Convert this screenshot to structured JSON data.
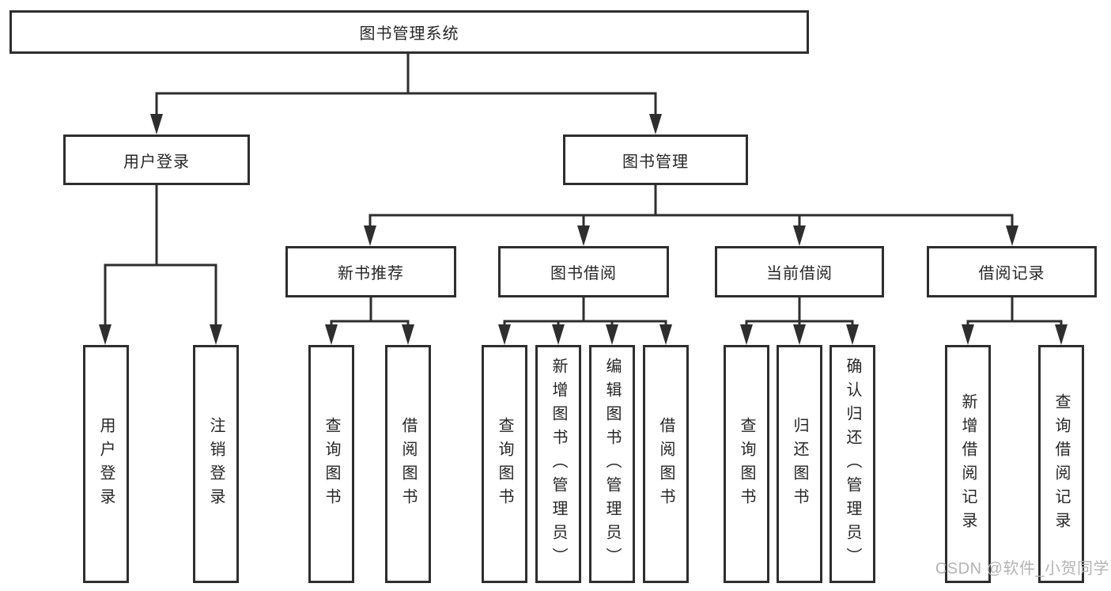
{
  "diagram": {
    "root": {
      "label": "图书管理系统"
    },
    "level1": [
      {
        "label": "用户登录",
        "leaves": [
          {
            "label": "用户登录"
          },
          {
            "label": "注销登录"
          }
        ]
      },
      {
        "label": "图书管理",
        "sections": [
          {
            "label": "新书推荐",
            "leaves": [
              {
                "label": "查询图书"
              },
              {
                "label": "借阅图书"
              }
            ]
          },
          {
            "label": "图书借阅",
            "leaves": [
              {
                "label": "查询图书"
              },
              {
                "label": "新增图书（管理员）"
              },
              {
                "label": "编辑图书（管理员）"
              },
              {
                "label": "借阅图书"
              }
            ]
          },
          {
            "label": "当前借阅",
            "leaves": [
              {
                "label": "查询图书"
              },
              {
                "label": "归还图书"
              },
              {
                "label": "确认归还（管理员）"
              }
            ]
          },
          {
            "label": "借阅记录",
            "leaves": [
              {
                "label": "新增借阅记录"
              },
              {
                "label": "查询借阅记录"
              }
            ]
          }
        ]
      }
    ]
  },
  "watermark": {
    "text": "CSDN @软件_小贺同学"
  },
  "colors": {
    "line": "#2e2e2e",
    "border": "#2e2e2e",
    "text": "#262626",
    "watermark": "#b3b3b3",
    "background": "#ffffff"
  }
}
